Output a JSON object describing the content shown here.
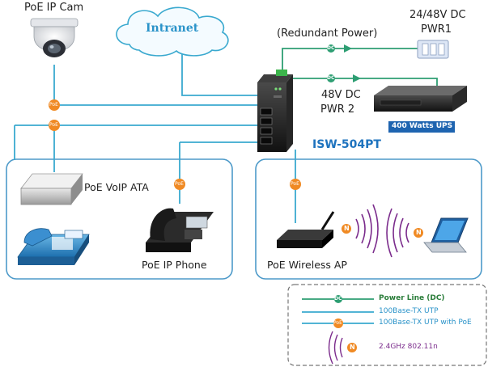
{
  "labels": {
    "poe_ip_cam": "PoE IP Cam",
    "intranet": "Intranet",
    "redundant_power": "(Redundant Power)",
    "pwr1_line1": "24/48V DC",
    "pwr1_line2": "PWR1",
    "pwr2_line1": "48V DC",
    "pwr2_line2": "PWR 2",
    "ups": "400 Watts UPS",
    "model": "ISW-504PT",
    "voip_ata": "PoE VoIP ATA",
    "ip_phone": "PoE IP Phone",
    "wireless_ap": "PoE Wireless AP"
  },
  "badges": {
    "dc": "DC",
    "poe": "PoE",
    "wifi": "N"
  },
  "legend": {
    "power_line": "Power Line (DC)",
    "utp": "100Base-TX UTP",
    "utp_poe": "100Base-TX UTP with PoE",
    "wireless": "2.4GHz 802.11n"
  },
  "colors": {
    "utp": "#3aa9cf",
    "power": "#2e9e73",
    "poe_badge": "#f08a24",
    "wireless": "#7b2c8c",
    "model": "#1e73be",
    "legend_power": "#2a7d3a",
    "legend_utp": "#2a93c9",
    "group_border": "#4d9ac9"
  }
}
